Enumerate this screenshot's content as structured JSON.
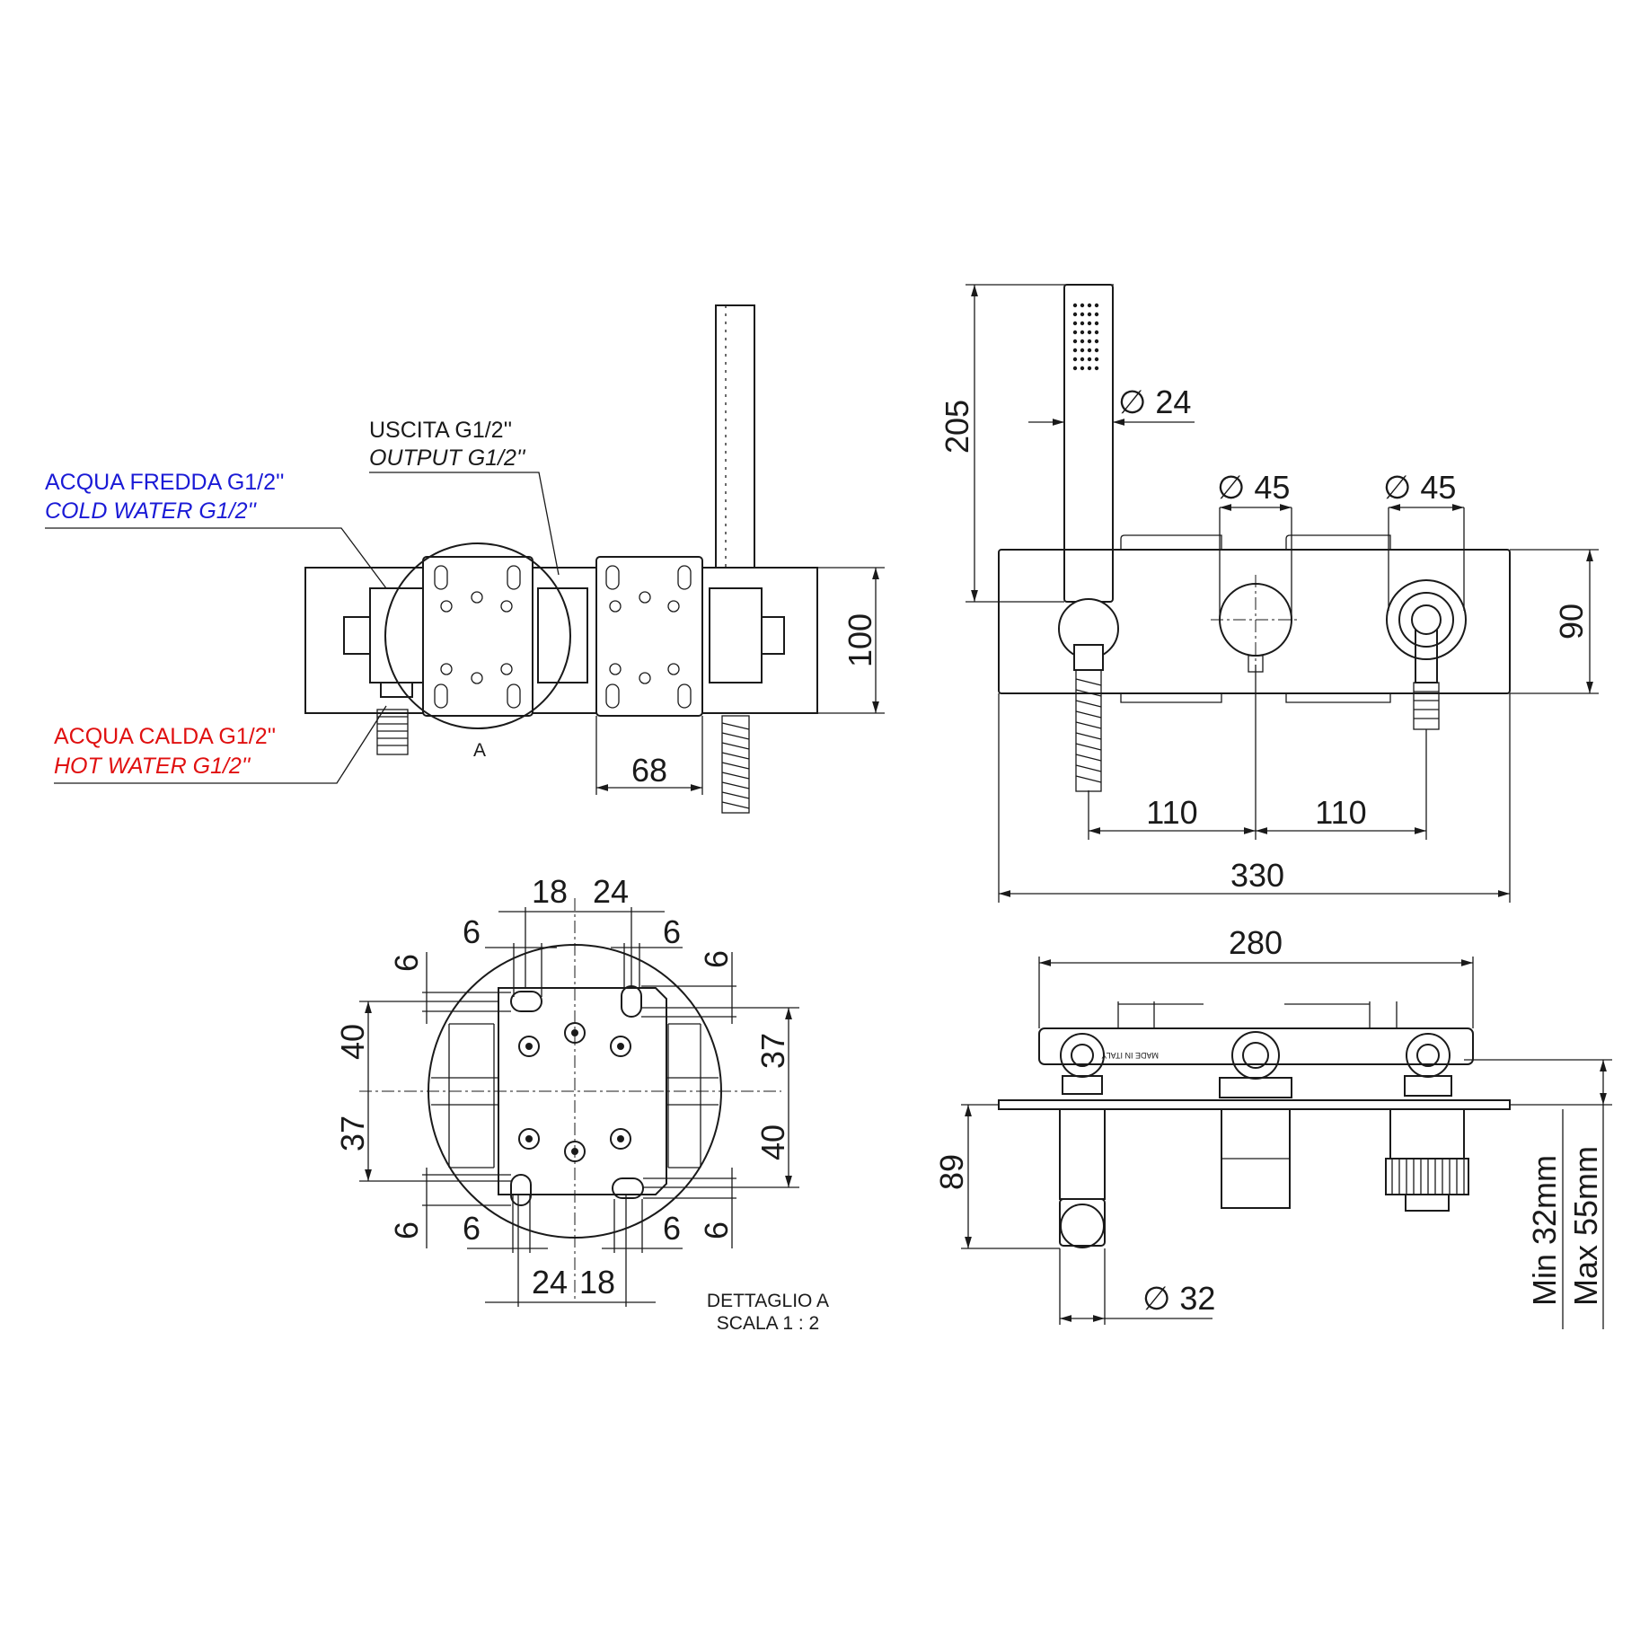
{
  "labels": {
    "output_it": "USCITA G1/2''",
    "output_en": "OUTPUT G1/2''",
    "cold_it": "ACQUA FREDDA G1/2''",
    "cold_en": "COLD WATER G1/2''",
    "hot_it": "ACQUA CALDA G1/2''",
    "hot_en": "HOT WATER G1/2''",
    "detail_ref": "A",
    "detail_title": "DETTAGLIO A",
    "detail_scale": "SCALA 1 : 2",
    "made_in": "MADE IN ITALY",
    "min_depth": "Min 32mm",
    "max_depth": "Max 55mm"
  },
  "dimensions": {
    "front_height": "100",
    "body_width": "68",
    "handshower_length": "205",
    "handshower_dia": "∅ 24",
    "knob1_dia": "∅ 45",
    "knob2_dia": "∅ 45",
    "plate_height": "90",
    "spacing_left": "110",
    "spacing_right": "110",
    "plate_width": "330",
    "body_length": "280",
    "projection": "89",
    "outlet_dia": "∅ 32",
    "detail": {
      "top_left": "18",
      "top_right": "24",
      "bottom_left": "24",
      "bottom_right": "18",
      "slot_top_left": "6",
      "slot_top_right": "6",
      "slot_bottom_left": "6",
      "slot_bottom_right": "6",
      "side_top_left": "6",
      "side_top_right": "6",
      "side_bottom_left": "6",
      "side_bottom_right": "6",
      "left_upper": "40",
      "left_lower": "37",
      "right_upper": "37",
      "right_lower": "40"
    }
  },
  "colors": {
    "line": "#1a1a1a",
    "cold": "#1a1ad6",
    "hot": "#e01010"
  }
}
